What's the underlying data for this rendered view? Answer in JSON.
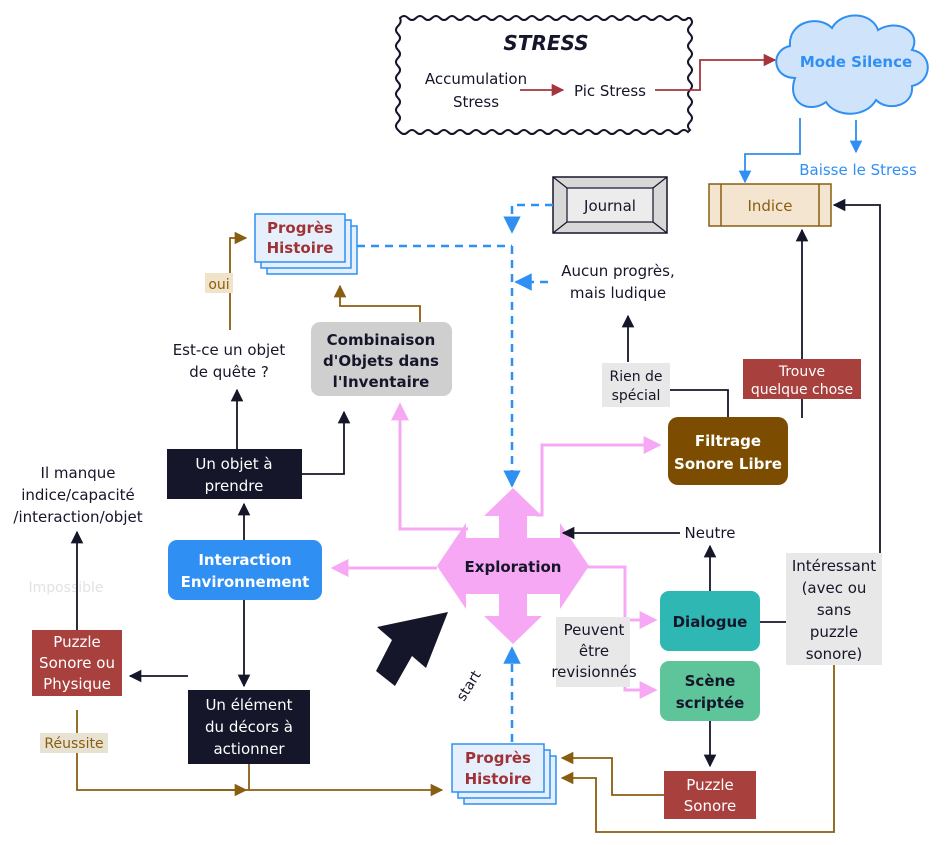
{
  "stress": {
    "title": "STRESS",
    "accumulation_line1": "Accumulation",
    "accumulation_line2": "Stress",
    "pic": "Pic Stress"
  },
  "mode_silence": "Mode Silence",
  "baisse_stress": "Baisse le Stress",
  "indice": "Indice",
  "journal": "Journal",
  "aucun_progres_line1": "Aucun progrès,",
  "aucun_progres_line2": "mais ludique",
  "progres_top_line1": "Progrès",
  "progres_top_line2": "Histoire",
  "oui": "oui",
  "quest_line1": "Est-ce un objet",
  "quest_line2": "de quête ?",
  "combinaison_line1": "Combinaison",
  "combinaison_line2": "d'Objets dans",
  "combinaison_line3": "l'Inventaire",
  "rien_line1": "Rien de",
  "rien_line2": "spécial",
  "trouve_line1": "Trouve",
  "trouve_line2": "quelque chose",
  "filtrage_line1": "Filtrage",
  "filtrage_line2": "Sonore Libre",
  "objet_line1": "Un objet à",
  "objet_line2": "prendre",
  "manque_line1": "Il manque",
  "manque_line2": "indice/capacité",
  "manque_line3": "/interaction/objet",
  "interaction_line1": "Interaction",
  "interaction_line2": "Environnement",
  "exploration": "Exploration",
  "neutre": "Neutre",
  "interessant_line1": "Intéressant",
  "interessant_line2": "(avec ou",
  "interessant_line3": "sans",
  "interessant_line4": "puzzle",
  "interessant_line5": "sonore)",
  "impossible": "Impossible",
  "puzzle_phys_line1": "Puzzle",
  "puzzle_phys_line2": "Sonore ou",
  "puzzle_phys_line3": "Physique",
  "peuvent_line1": "Peuvent",
  "peuvent_line2": "être",
  "peuvent_line3": "revisionnés",
  "dialogue": "Dialogue",
  "scene_line1": "Scène",
  "scene_line2": "scriptée",
  "start": "start",
  "element_line1": "Un élément",
  "element_line2": "du décors à",
  "element_line3": "actionner",
  "reussite": "Réussite",
  "progres_bottom_line1": "Progrès",
  "progres_bottom_line2": "Histoire",
  "puzzle_sonore_line1": "Puzzle",
  "puzzle_sonore_line2": "Sonore",
  "colors": {
    "dark_navy": "#151629",
    "blue_accent": "#2f8ff2",
    "pink": "#f6a8f4",
    "brown": "#7c4c00",
    "gold_line": "#8a5e10",
    "red_box": "#a8403e",
    "teal": "#2fb7b4",
    "green": "#5ec59a",
    "gray": "#cfcfcf",
    "red_text": "#9f3236",
    "indice_bg": "#f3e5cf",
    "line_red": "#a3363d"
  }
}
